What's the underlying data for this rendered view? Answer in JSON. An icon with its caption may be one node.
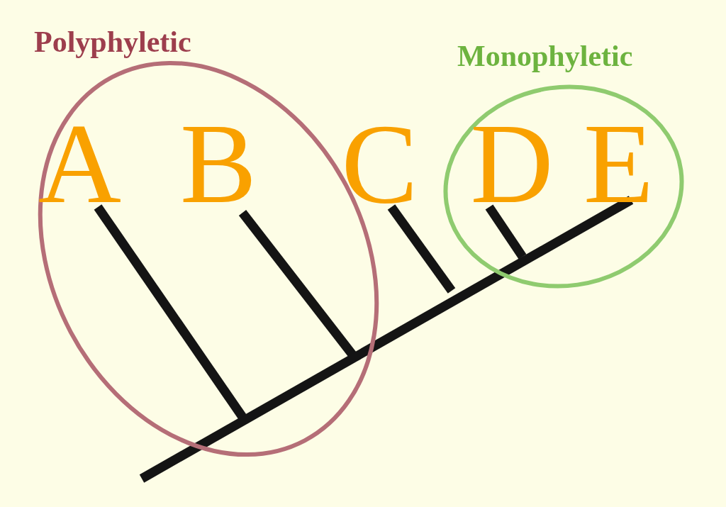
{
  "diagram": {
    "nodes": [
      {
        "text": [
          "Polyphyletic"
        ]
      },
      {
        "text": [
          "A"
        ],
        "in": 0
      },
      {
        "text": [
          "B"
        ],
        "in": 0
      },
      {
        "text": [
          "C"
        ]
      },
      {
        "text": [
          "Monophyletic"
        ]
      },
      {
        "text": [
          "D"
        ],
        "in": 4
      },
      {
        "text": [
          "E"
        ],
        "in": 4
      }
    ],
    "edges": []
  }
}
